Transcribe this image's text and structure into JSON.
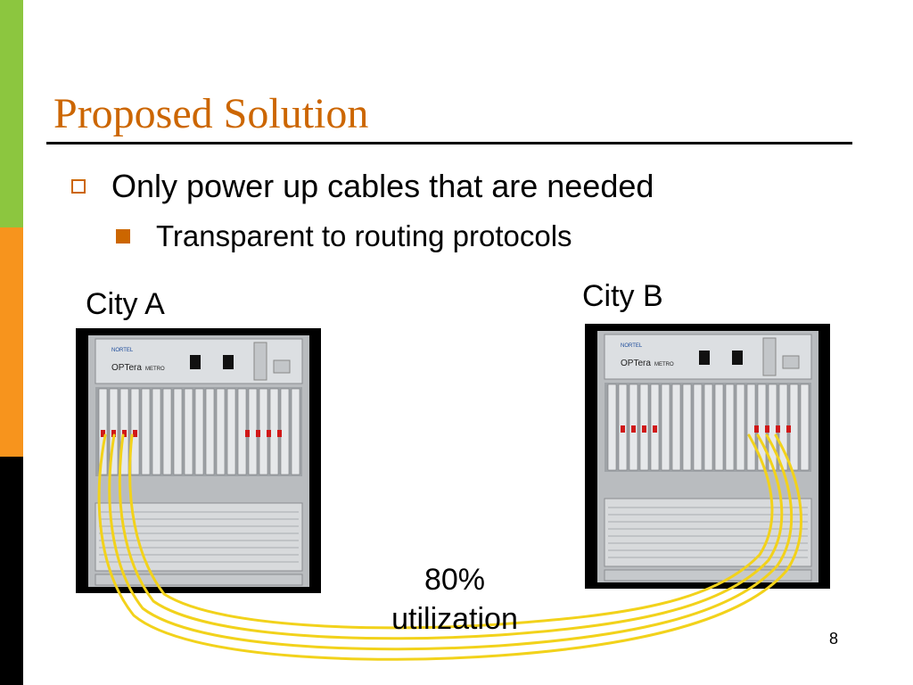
{
  "slide": {
    "title": "Proposed Solution",
    "bullet_1": "Only power up cables that are needed",
    "bullet_2": "Transparent to routing protocols",
    "city_a": "City A",
    "city_b": "City B",
    "utilization_value": "80%",
    "utilization_label": "utilization",
    "page_number": "8",
    "rack_brand": "OPTera",
    "rack_model": "METRO"
  },
  "colors": {
    "accent": "#cc6600",
    "side_green": "#8cc63f",
    "side_orange": "#f7941d",
    "cable": "#f2d21b"
  }
}
